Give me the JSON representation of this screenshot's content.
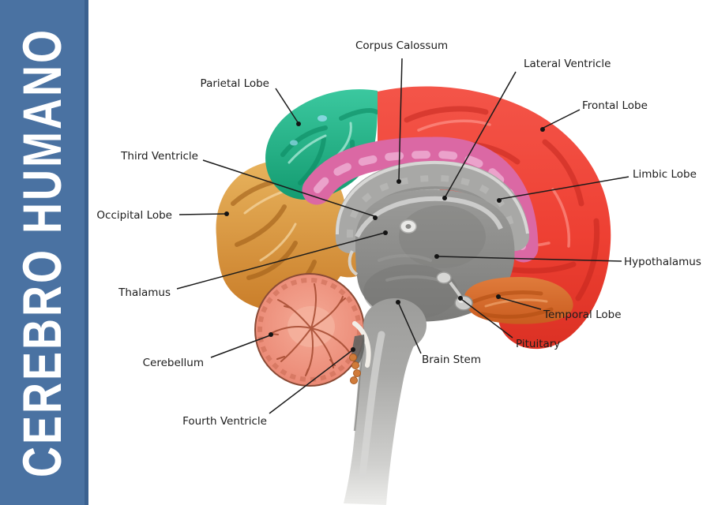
{
  "sidebar": {
    "title": "CEREBRO HUMANO",
    "background_color": "#4a72a2",
    "edge_color": "#3b6190",
    "text_color": "#ffffff"
  },
  "diagram": {
    "background_color": "#ffffff",
    "labels": {
      "corpus_calossum": "Corpus Calossum",
      "lateral_ventricle": "Lateral Ventricle",
      "parietal_lobe": "Parietal Lobe",
      "frontal_lobe": "Frontal Lobe",
      "third_ventricle": "Third Ventricle",
      "limbic_lobe": "Limbic Lobe",
      "occipital_lobe": "Occipital Lobe",
      "hypothalamus": "Hypothalamus",
      "thalamus": "Thalamus",
      "temporal_lobe": "Temporal Lobe",
      "pituitary": "Pituitary",
      "brain_stem": "Brain Stem",
      "cerebellum": "Cerebellum",
      "fourth_ventricle": "Fourth Ventricle"
    },
    "regions": [
      {
        "name": "Frontal Lobe",
        "color": "#ee4033"
      },
      {
        "name": "Parietal Lobe",
        "color": "#1fae80"
      },
      {
        "name": "Occipital Lobe",
        "color": "#d9933f"
      },
      {
        "name": "Temporal Lobe",
        "color": "#dd7333"
      },
      {
        "name": "Limbic Lobe",
        "color": "#db68a4"
      },
      {
        "name": "Cerebellum",
        "color": "#ef9480"
      },
      {
        "name": "Corpus Callosum",
        "color": "#a8a8a6"
      },
      {
        "name": "Brain Stem",
        "color": "#9a9a98"
      }
    ]
  }
}
